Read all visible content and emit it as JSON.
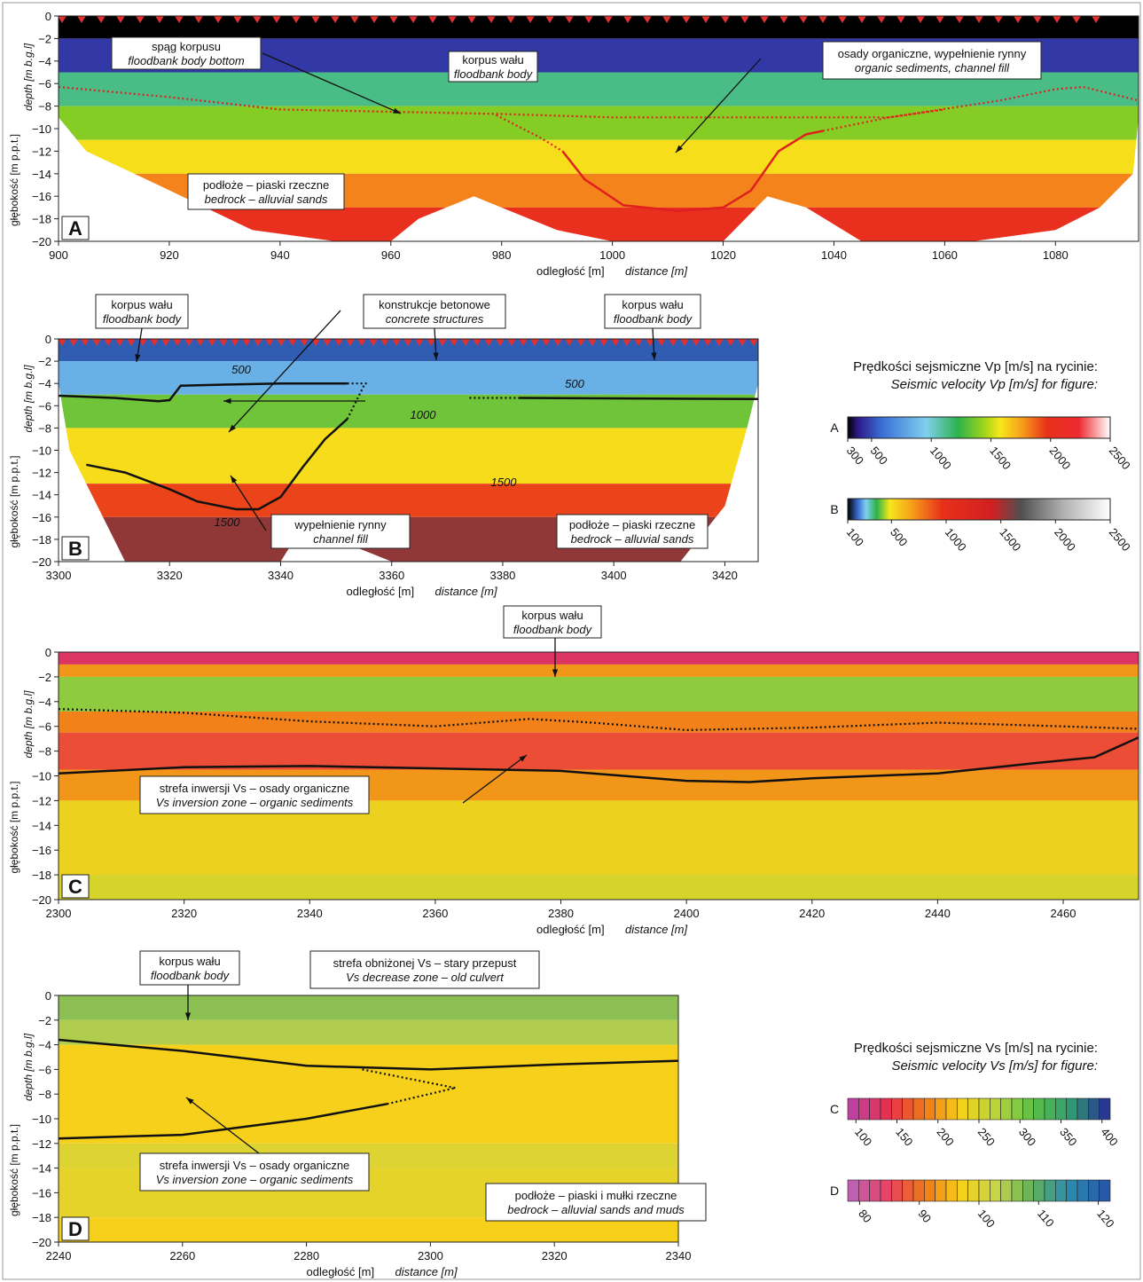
{
  "common": {
    "xlabel_pl": "odległość [m]",
    "xlabel_en": "distance [m]",
    "ylabel_pl": "głębokość [m p.p.t.]",
    "ylabel_en": "depth [m b.g.l]"
  },
  "chart_data": [
    {
      "id": "A",
      "type": "heatmap",
      "panel_label": "A",
      "xlim": [
        900,
        1095
      ],
      "ylim": [
        -20,
        0
      ],
      "xticks": [
        900,
        920,
        940,
        960,
        980,
        1000,
        1020,
        1040,
        1060,
        1080
      ],
      "yticks": [
        0,
        -2,
        -4,
        -6,
        -8,
        -10,
        -12,
        -14,
        -16,
        -18,
        -20
      ],
      "profile_bottom": [
        [
          900,
          -9
        ],
        [
          905,
          -12
        ],
        [
          918,
          -15
        ],
        [
          935,
          -19
        ],
        [
          950,
          -20
        ],
        [
          960,
          -20
        ],
        [
          965,
          -18
        ],
        [
          975,
          -16
        ],
        [
          990,
          -19
        ],
        [
          1000,
          -20
        ],
        [
          1020,
          -20
        ],
        [
          1028,
          -16
        ],
        [
          1035,
          -17
        ],
        [
          1045,
          -20
        ],
        [
          1065,
          -20
        ],
        [
          1080,
          -19
        ],
        [
          1088,
          -17
        ],
        [
          1094,
          -14
        ],
        [
          1095,
          -9
        ]
      ],
      "velocity_layers_vp": [
        {
          "depth_top": 0,
          "vp": 300
        },
        {
          "depth_top": -2,
          "vp": 600
        },
        {
          "depth_top": -5,
          "vp": 1100
        },
        {
          "depth_top": -8,
          "vp": 1350
        },
        {
          "depth_top": -11,
          "vp": 1650
        },
        {
          "depth_top": -14,
          "vp": 1900
        },
        {
          "depth_top": -17,
          "vp": 2100
        }
      ],
      "lines": [
        {
          "style": "dotted",
          "points": [
            [
              900,
              -6.3
            ],
            [
              920,
              -7.2
            ],
            [
              940,
              -8.3
            ],
            [
              960,
              -8.5
            ],
            [
              980,
              -8.7
            ],
            [
              1000,
              -9.0
            ],
            [
              1030,
              -9.0
            ],
            [
              1050,
              -9.0
            ],
            [
              1070,
              -7.5
            ],
            [
              1080,
              -6.5
            ],
            [
              1085,
              -6.3
            ],
            [
              1095,
              -7.5
            ]
          ]
        },
        {
          "style": "dotted",
          "points": [
            [
              979,
              -8.8
            ],
            [
              987,
              -10.8
            ],
            [
              991,
              -12.0
            ]
          ]
        },
        {
          "style": "solid",
          "points": [
            [
              991,
              -12.0
            ],
            [
              995,
              -14.5
            ],
            [
              1002,
              -16.8
            ],
            [
              1012,
              -17.3
            ],
            [
              1020,
              -17.0
            ],
            [
              1025,
              -15.5
            ],
            [
              1030,
              -12.0
            ],
            [
              1035,
              -10.5
            ],
            [
              1038,
              -10.2
            ]
          ]
        },
        {
          "style": "dotted",
          "points": [
            [
              1038,
              -10.2
            ],
            [
              1050,
              -9.0
            ],
            [
              1060,
              -8.3
            ]
          ]
        }
      ],
      "annotations": [
        {
          "pl": "spąg korpusu",
          "en": "floodbank body bottom"
        },
        {
          "pl": "korpus wału",
          "en": "floodbank body"
        },
        {
          "pl": "osady organiczne, wypełnienie rynny",
          "en": "organic sediments, channel fill"
        },
        {
          "pl": "podłoże – piaski rzeczne",
          "en": "bedrock – alluvial sands"
        }
      ]
    },
    {
      "id": "B",
      "type": "heatmap",
      "panel_label": "B",
      "xlim": [
        3300,
        3426
      ],
      "ylim": [
        -20,
        0
      ],
      "xticks": [
        3300,
        3320,
        3340,
        3360,
        3380,
        3400,
        3420
      ],
      "yticks": [
        0,
        -2,
        -4,
        -6,
        -8,
        -10,
        -12,
        -14,
        -16,
        -18,
        -20
      ],
      "profile_bottom": [
        [
          3300,
          -4
        ],
        [
          3302,
          -10
        ],
        [
          3306,
          -14
        ],
        [
          3312,
          -20
        ],
        [
          3340,
          -20
        ],
        [
          3345,
          -16
        ],
        [
          3350,
          -18
        ],
        [
          3360,
          -20
        ],
        [
          3412,
          -20
        ],
        [
          3420,
          -15
        ],
        [
          3424,
          -8
        ],
        [
          3426,
          -4
        ]
      ],
      "velocity_layers_vp": [
        {
          "depth_top": 0,
          "vp": 300
        },
        {
          "depth_top": -2,
          "vp": 500
        },
        {
          "depth_top": -5,
          "vp": 900
        },
        {
          "depth_top": -8,
          "vp": 1100
        },
        {
          "depth_top": -13,
          "vp": 1500
        },
        {
          "depth_top": -16,
          "vp": 1900
        }
      ],
      "contour_labels": [
        "500",
        "500",
        "1000",
        "1500",
        "1500"
      ],
      "lines": [
        {
          "style": "solid",
          "points": [
            [
              3300,
              -5.1
            ],
            [
              3310,
              -5.3
            ],
            [
              3318,
              -5.6
            ],
            [
              3320,
              -5.5
            ],
            [
              3322,
              -4.2
            ],
            [
              3330,
              -4.1
            ],
            [
              3340,
              -4.0
            ],
            [
              3352,
              -4.0
            ]
          ]
        },
        {
          "style": "dotted",
          "points": [
            [
              3352,
              -4.0
            ],
            [
              3356,
              -4.0
            ]
          ]
        },
        {
          "style": "solid",
          "points": [
            [
              3305,
              -11.3
            ],
            [
              3312,
              -12
            ],
            [
              3320,
              -13.5
            ],
            [
              3325,
              -14.6
            ],
            [
              3332,
              -15.3
            ],
            [
              3336,
              -15.3
            ],
            [
              3340,
              -14.2
            ],
            [
              3344,
              -11.5
            ],
            [
              3348,
              -9.0
            ],
            [
              3352,
              -7.2
            ]
          ]
        },
        {
          "style": "dotted",
          "points": [
            [
              3352,
              -7.2
            ],
            [
              3355,
              -4.2
            ]
          ]
        },
        {
          "style": "dotted",
          "points": [
            [
              3374,
              -5.3
            ],
            [
              3383,
              -5.3
            ]
          ]
        },
        {
          "style": "solid",
          "points": [
            [
              3383,
              -5.3
            ],
            [
              3426,
              -5.4
            ]
          ]
        }
      ],
      "annotations": [
        {
          "pl": "korpus wału",
          "en": "floodbank body"
        },
        {
          "pl": "konstrukcje betonowe",
          "en": "concrete structures"
        },
        {
          "pl": "korpus wału",
          "en": "floodbank body"
        },
        {
          "pl": "wypełnienie rynny",
          "en": "channel fill"
        },
        {
          "pl": "podłoże – piaski rzeczne",
          "en": "bedrock – alluvial sands"
        }
      ]
    },
    {
      "id": "C",
      "type": "heatmap",
      "panel_label": "C",
      "xlim": [
        2300,
        2472
      ],
      "ylim": [
        -20,
        0
      ],
      "xticks": [
        2300,
        2320,
        2340,
        2360,
        2380,
        2400,
        2420,
        2440,
        2460
      ],
      "yticks": [
        0,
        -2,
        -4,
        -6,
        -8,
        -10,
        -12,
        -14,
        -16,
        -18,
        -20
      ],
      "velocity_layers_vs": [
        {
          "depth_top": 0,
          "vs": 130
        },
        {
          "depth_top": -1,
          "vs": 200
        },
        {
          "depth_top": -2,
          "vs": 290
        },
        {
          "depth_top": -4.8,
          "vs": 190
        },
        {
          "depth_top": -6.5,
          "vs": 160
        },
        {
          "depth_top": -9.5,
          "vs": 200
        },
        {
          "depth_top": -12,
          "vs": 235
        },
        {
          "depth_top": -18,
          "vs": 250
        }
      ],
      "lines": [
        {
          "style": "dotted",
          "points": [
            [
              2300,
              -4.6
            ],
            [
              2320,
              -4.9
            ],
            [
              2340,
              -5.6
            ],
            [
              2360,
              -6.0
            ],
            [
              2375,
              -5.4
            ],
            [
              2385,
              -5.7
            ],
            [
              2400,
              -6.3
            ],
            [
              2420,
              -6.1
            ],
            [
              2440,
              -5.7
            ],
            [
              2460,
              -6.0
            ],
            [
              2472,
              -6.2
            ]
          ]
        },
        {
          "style": "solid",
          "points": [
            [
              2300,
              -9.8
            ],
            [
              2320,
              -9.3
            ],
            [
              2340,
              -9.2
            ],
            [
              2360,
              -9.4
            ],
            [
              2380,
              -9.6
            ],
            [
              2400,
              -10.4
            ],
            [
              2410,
              -10.5
            ],
            [
              2420,
              -10.2
            ],
            [
              2440,
              -9.8
            ],
            [
              2455,
              -9.0
            ],
            [
              2465,
              -8.5
            ],
            [
              2472,
              -6.9
            ]
          ]
        }
      ],
      "annotations": [
        {
          "pl": "korpus wału",
          "en": "floodbank body"
        },
        {
          "pl": "strefa inwersji Vs – osady organiczne",
          "en": "Vs inversion zone – organic sediments"
        }
      ]
    },
    {
      "id": "D",
      "type": "heatmap",
      "panel_label": "D",
      "xlim": [
        2240,
        2340
      ],
      "ylim": [
        -20,
        0
      ],
      "xticks": [
        2240,
        2260,
        2280,
        2300,
        2320,
        2340
      ],
      "yticks": [
        0,
        -2,
        -4,
        -6,
        -8,
        -10,
        -12,
        -14,
        -16,
        -18,
        -20
      ],
      "velocity_layers_vs": [
        {
          "depth_top": 0,
          "vs": 106
        },
        {
          "depth_top": -2,
          "vs": 104
        },
        {
          "depth_top": -4,
          "vs": 97
        },
        {
          "depth_top": -12,
          "vs": 100
        },
        {
          "depth_top": -14,
          "vs": 99
        },
        {
          "depth_top": -18,
          "vs": 97
        }
      ],
      "lines": [
        {
          "style": "solid",
          "points": [
            [
              2240,
              -3.6
            ],
            [
              2260,
              -4.5
            ],
            [
              2280,
              -5.7
            ],
            [
              2300,
              -6.0
            ],
            [
              2320,
              -5.6
            ],
            [
              2340,
              -5.3
            ]
          ]
        },
        {
          "style": "dotted",
          "points": [
            [
              2289,
              -6.0
            ],
            [
              2304,
              -7.5
            ]
          ]
        },
        {
          "style": "solid",
          "points": [
            [
              2240,
              -11.6
            ],
            [
              2260,
              -11.3
            ],
            [
              2280,
              -10.0
            ],
            [
              2293,
              -8.8
            ]
          ]
        },
        {
          "style": "dotted",
          "points": [
            [
              2293,
              -8.8
            ],
            [
              2304,
              -7.5
            ]
          ]
        }
      ],
      "annotations": [
        {
          "pl": "korpus wału",
          "en": "floodbank body"
        },
        {
          "pl": "strefa obniżonej Vs – stary przepust",
          "en": "Vs decrease zone – old culvert"
        },
        {
          "pl": "strefa inwersji Vs – osady organiczne",
          "en": "Vs inversion zone – organic sediments"
        },
        {
          "pl": "podłoże – piaski i mułki rzeczne",
          "en": "bedrock – alluvial sands and muds"
        }
      ]
    }
  ],
  "legend_vp": {
    "title_pl": "Prędkości sejsmiczne Vp [m/s] na rycinie:",
    "title_en": "Seismic velocity Vp [m/s] for figure:",
    "A": {
      "label": "A",
      "ticks": [
        "300",
        "500",
        "1000",
        "1500",
        "2000",
        "2500"
      ],
      "values": [
        300,
        500,
        1000,
        1500,
        2000,
        2500
      ]
    },
    "B": {
      "label": "B",
      "ticks": [
        "100",
        "500",
        "1000",
        "1500",
        "2000",
        "2500"
      ],
      "values": [
        100,
        500,
        1000,
        1500,
        2000,
        2500
      ]
    }
  },
  "legend_vs": {
    "title_pl": "Prędkości sejsmiczne Vs [m/s] na rycinie:",
    "title_en": "Seismic velocity Vs [m/s] for figure:",
    "C": {
      "label": "C",
      "ticks": [
        "100",
        "150",
        "200",
        "250",
        "300",
        "350",
        "400"
      ],
      "values": [
        100,
        150,
        200,
        250,
        300,
        350,
        400
      ]
    },
    "D": {
      "label": "D",
      "ticks": [
        "80",
        "90",
        "100",
        "110",
        "120"
      ],
      "values": [
        80,
        90,
        100,
        110,
        120
      ]
    }
  },
  "colors": {
    "vp_scale_A": [
      "#000000",
      "#2e1a8a",
      "#3a6fd6",
      "#7fd0ee",
      "#2cb24a",
      "#9fd51a",
      "#f6e81a",
      "#f7a21a",
      "#e8301a",
      "#ee2a30",
      "#ffffff"
    ],
    "vp_scale_B": [
      "#000000",
      "#3a6fd6",
      "#7fd0ee",
      "#2cb24a",
      "#f6e81a",
      "#f7a21a",
      "#e8301a",
      "#d02020",
      "#505050",
      "#b0b0b0",
      "#ffffff"
    ],
    "vs_scale_C": [
      "#c040a0",
      "#e8304a",
      "#f07818",
      "#f6d21a",
      "#b6d43a",
      "#5cc046",
      "#30a070",
      "#283890"
    ],
    "vs_scale_D": [
      "#c060b0",
      "#e84060",
      "#f07818",
      "#f6d21a",
      "#c4d44a",
      "#60b058",
      "#2c8cb0",
      "#2858a8"
    ],
    "boundary_red": "#e02020"
  }
}
